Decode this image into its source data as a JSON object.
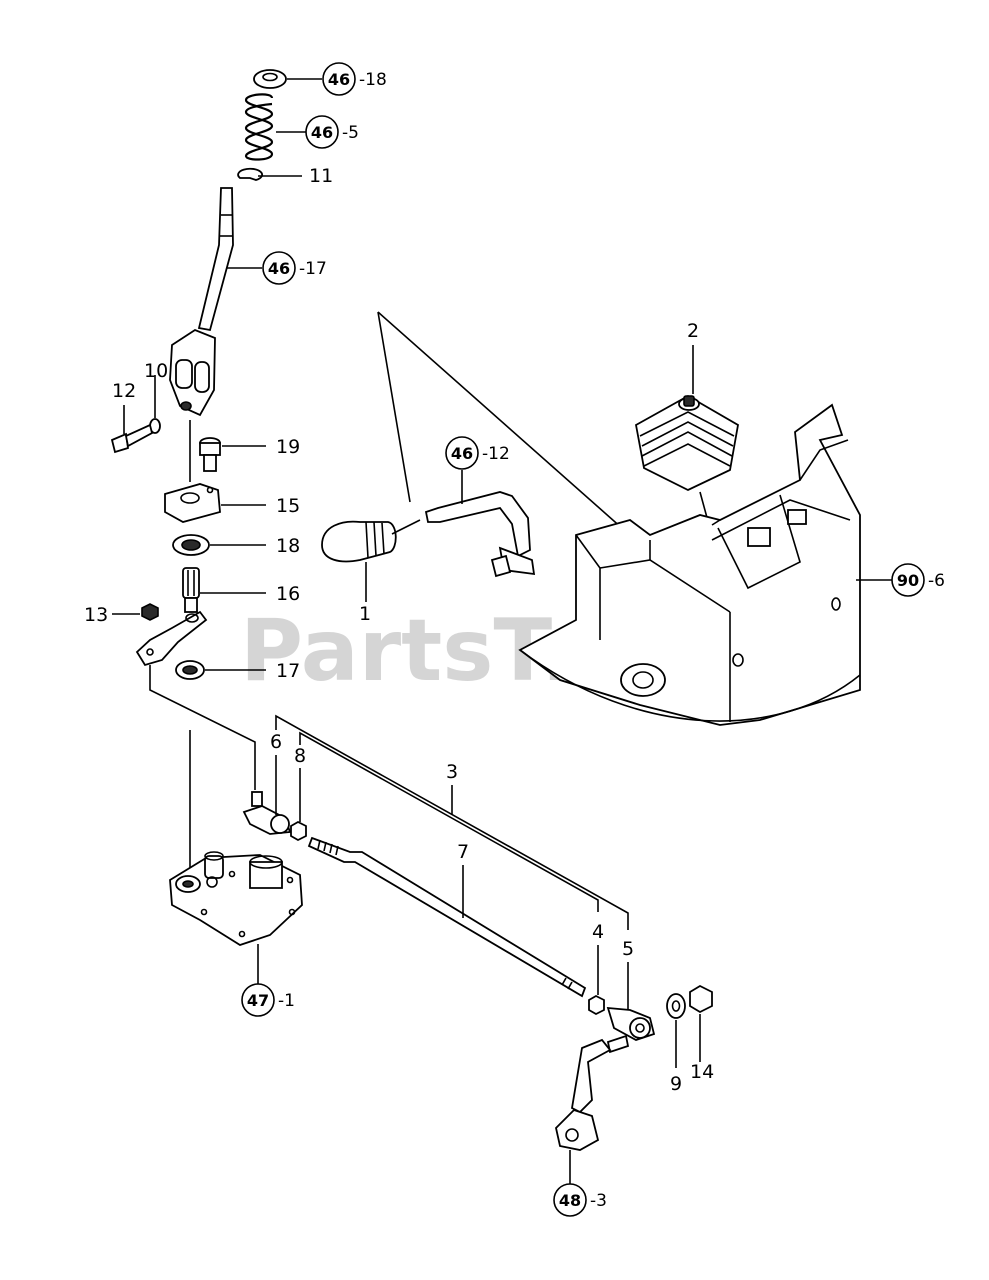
{
  "watermark": {
    "text": "PartsTree",
    "trademark": "™"
  },
  "callouts": {
    "c46_18": {
      "circle": "46",
      "suffix": "-18"
    },
    "c46_5": {
      "circle": "46",
      "suffix": "-5"
    },
    "c46_17": {
      "circle": "46",
      "suffix": "-17"
    },
    "c46_12": {
      "circle": "46",
      "suffix": "-12"
    },
    "c90_6": {
      "circle": "90",
      "suffix": "-6"
    },
    "c47_1": {
      "circle": "47",
      "suffix": "-1"
    },
    "c48_3": {
      "circle": "48",
      "suffix": "-3"
    }
  },
  "labels": {
    "p1": "1",
    "p2": "2",
    "p3": "3",
    "p4": "4",
    "p5": "5",
    "p6": "6",
    "p7": "7",
    "p8": "8",
    "p9": "9",
    "p10": "10",
    "p11": "11",
    "p12": "12",
    "p13": "13",
    "p14": "14",
    "p15": "15",
    "p16": "16",
    "p17": "17",
    "p18": "18",
    "p19": "19"
  }
}
